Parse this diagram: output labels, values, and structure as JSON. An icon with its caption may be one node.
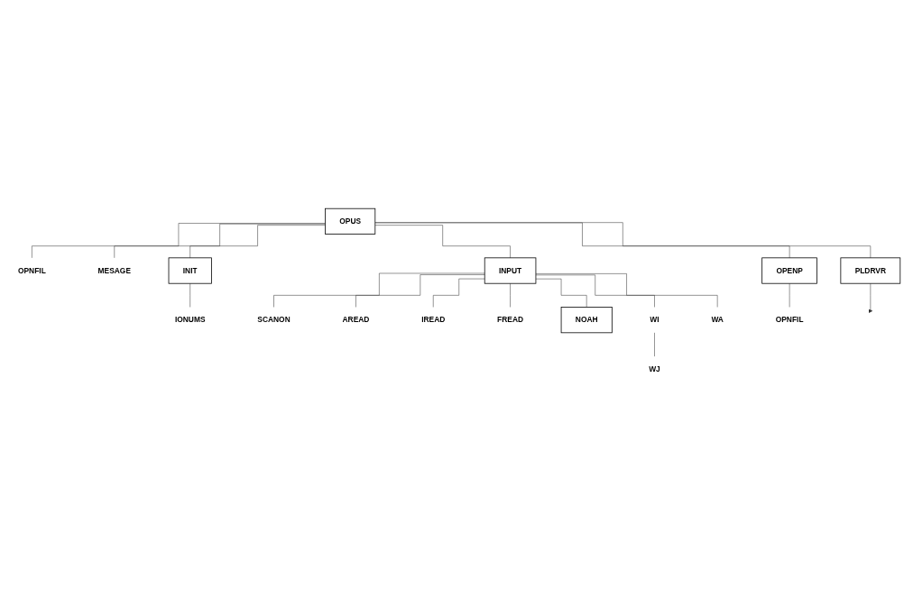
{
  "diagram": {
    "nodes": [
      {
        "text": [
          "OPUS"
        ]
      },
      {
        "text": [
          "OPNFIL"
        ]
      },
      {
        "text": [
          "MESAGE"
        ]
      },
      {
        "text": [
          "INIT"
        ]
      },
      {
        "text": [
          "INPUT"
        ]
      },
      {
        "text": [
          "OPENP"
        ]
      },
      {
        "text": [
          "PLDRVR"
        ]
      },
      {
        "text": [
          "IONUMS"
        ]
      },
      {
        "text": [
          "SCANON"
        ]
      },
      {
        "text": [
          "AREAD"
        ]
      },
      {
        "text": [
          "IREAD"
        ]
      },
      {
        "text": [
          "FREAD"
        ]
      },
      {
        "text": [
          "NOAH"
        ]
      },
      {
        "text": [
          "WI"
        ]
      },
      {
        "text": [
          "WA"
        ]
      },
      {
        "text": [
          "WJ"
        ]
      },
      {
        "text": [
          "OPNFIL"
        ]
      }
    ],
    "edges": [
      {
        "from": 0,
        "to": 1,
        "arrow": "none"
      },
      {
        "from": 0,
        "to": 2,
        "arrow": "none"
      },
      {
        "from": 0,
        "to": 3,
        "arrow": "none"
      },
      {
        "from": 0,
        "to": 4,
        "arrow": "none"
      },
      {
        "from": 0,
        "to": 5,
        "arrow": "none"
      },
      {
        "from": 0,
        "to": 6,
        "arrow": "none"
      },
      {
        "from": 3,
        "to": 7,
        "arrow": "none"
      },
      {
        "from": 4,
        "to": 8,
        "arrow": "none"
      },
      {
        "from": 4,
        "to": 9,
        "arrow": "none"
      },
      {
        "from": 4,
        "to": 10,
        "arrow": "none"
      },
      {
        "from": 4,
        "to": 11,
        "arrow": "none"
      },
      {
        "from": 4,
        "to": 12,
        "arrow": "none"
      },
      {
        "from": 4,
        "to": 13,
        "arrow": "none"
      },
      {
        "from": 4,
        "to": 14,
        "arrow": "none"
      },
      {
        "from": 13,
        "to": 15,
        "arrow": "none"
      },
      {
        "from": 5,
        "to": 16,
        "arrow": "none"
      },
      {
        "from": 6,
        "to": null,
        "arrow": "to"
      }
    ]
  }
}
